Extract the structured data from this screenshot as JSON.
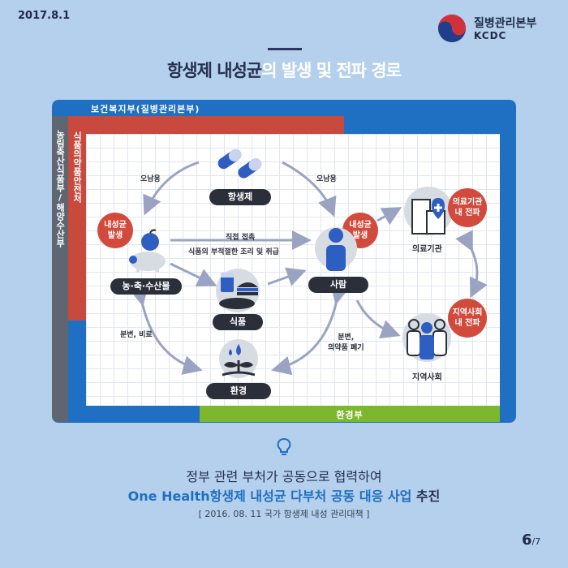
{
  "header": {
    "date": "2017.8.1",
    "agency_ko": "질병관리본부",
    "agency_en": "KCDC"
  },
  "title": {
    "part1": "항생제 내성균",
    "part2": "의 발생 및 전파 경로"
  },
  "frames": {
    "blue": "보건복지부(질병관리본부)",
    "gray": "농림축산식품부/해양수산부",
    "red": "식품의약품안전처",
    "green": "환경부"
  },
  "nodes": {
    "antibiotic": "항생제",
    "livestock": "농·축·수산물",
    "food": "식품",
    "person": "사람",
    "environment": "환경",
    "hospital": "의료기관",
    "community": "지역사회"
  },
  "bubbles": {
    "livestock": "내성균\n발생",
    "person": "내성균\n발생",
    "hospital": "의료기관\n내 전파",
    "community": "지역사회\n내 전파"
  },
  "edges": {
    "misuse_left": "오남용",
    "misuse_right": "오남용",
    "direct_contact": "직접 접촉",
    "improper_cooking": "식품의 부적절한 조리 및 취급",
    "manure": "분변, 비료",
    "waste": "분변,\n의약품 폐기"
  },
  "footer": {
    "line1": "정부 관련 부처가 공동으로 협력하여",
    "line2_blue": "One Health항생제 내성균 다부처 공동 대응 사업",
    "line2_dark": " 추진",
    "line3": "[ 2016. 08. 11 국가 항생제 내성 관리대책 ]",
    "page_num": "6",
    "page_total": "/7"
  },
  "colors": {
    "background": "#b4d0ec",
    "blue_frame": "#1f6fc2",
    "red_frame": "#c84a3e",
    "gray_frame": "#5e6671",
    "green_frame": "#7db72e",
    "bubble": "#d24a3c"
  }
}
